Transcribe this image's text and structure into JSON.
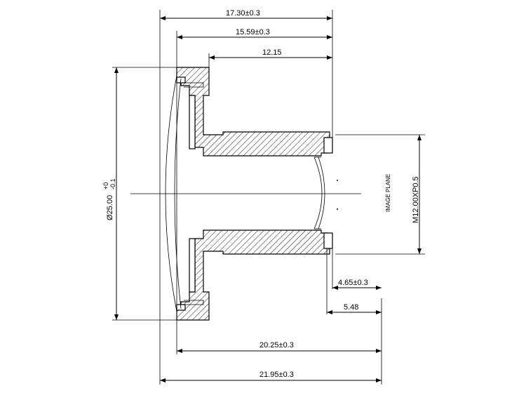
{
  "dimensions": {
    "overall_top": "17.30±0.3",
    "flange_to_end": "15.59±0.3",
    "barrel_length": "12.15",
    "diameter_main": "Ø25.00",
    "diameter_tol_plus": "+0",
    "diameter_tol_minus": "-0.1",
    "thread": "M12.00XP0.5",
    "back_focal_a": "4.65±0.3",
    "back_focal_b": "5.48",
    "total_bottom_a": "20.25±0.3",
    "total_bottom_b": "21.95±0.3"
  },
  "labels": {
    "image_plane": "IMAGE PLANE"
  }
}
